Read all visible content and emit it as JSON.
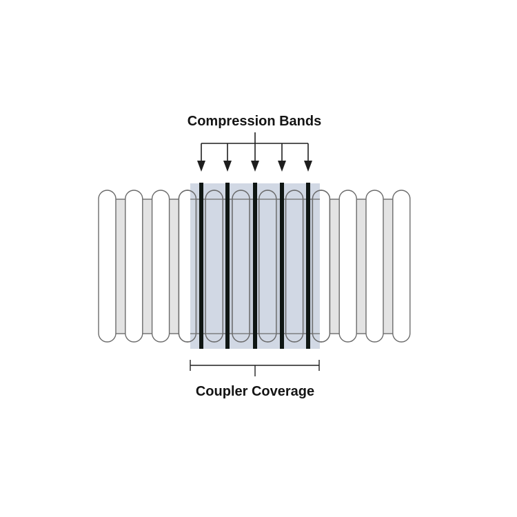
{
  "labels": {
    "top": "Compression Bands",
    "bottom": "Coupler Coverage"
  },
  "colors": {
    "background": "#ffffff",
    "rib_fill": "#ffffff",
    "rib_stroke": "#6b6b6b",
    "pipe_wall": "#e3e3e3",
    "coupler_fill": "#b4c0d4",
    "band": "#0f1613",
    "text": "#141414",
    "line": "#1e1e1e"
  },
  "pipe": {
    "rib_count": 12,
    "band_count": 5
  }
}
